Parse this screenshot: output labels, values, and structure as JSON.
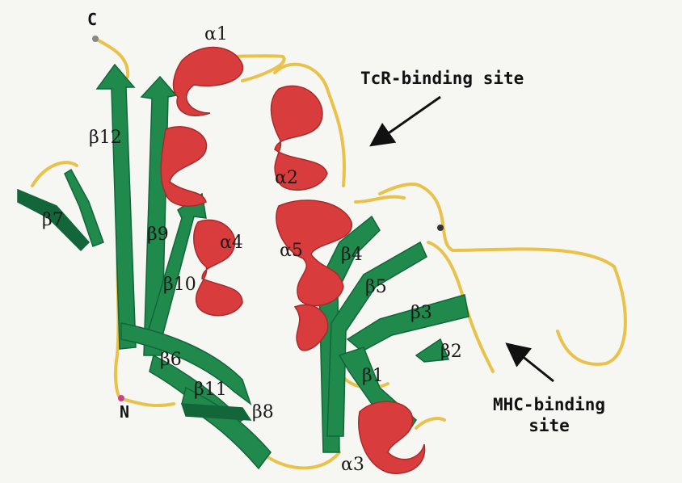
{
  "terminals": {
    "c_terminus": "C",
    "n_terminus": "N"
  },
  "helices": {
    "a1": "α1",
    "a2": "α2",
    "a3": "α3",
    "a4": "α4",
    "a5": "α5"
  },
  "strands": {
    "b1": "β1",
    "b2": "β2",
    "b3": "β3",
    "b4": "β4",
    "b5": "β5",
    "b6": "β6",
    "b7": "β7",
    "b8": "β8",
    "b9": "β9",
    "b10": "β10",
    "b11": "β11",
    "b12": "β12"
  },
  "sites": {
    "tcr_binding": "TcR-binding site",
    "mhc_binding_line1": "MHC-binding",
    "mhc_binding_line2": "site"
  },
  "colors": {
    "background": "#f6f6f3",
    "strand_green": "#1f8a4c",
    "strand_dark": "#12663a",
    "helix_red": "#d93c3c",
    "helix_dark": "#a82a2a",
    "loop_yellow": "#e8c24a",
    "label_text": "#1a1a1a"
  }
}
